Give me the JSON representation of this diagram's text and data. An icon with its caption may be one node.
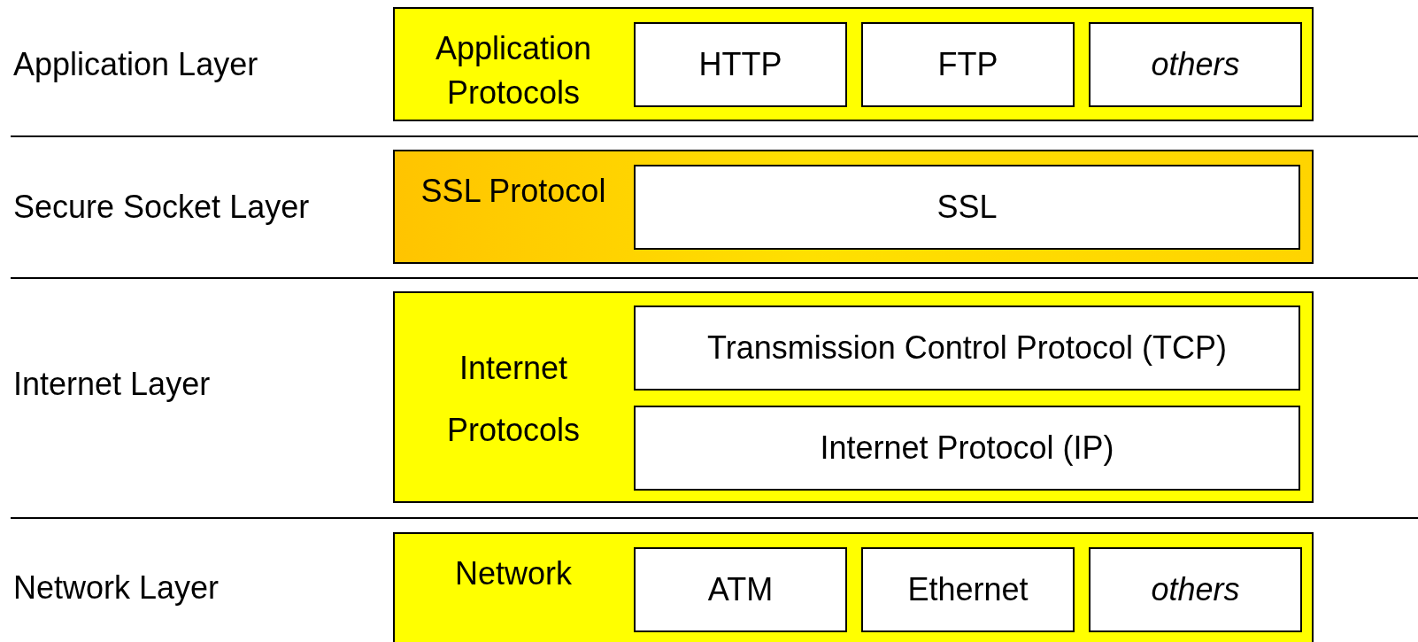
{
  "diagram": {
    "nodes": [
      {
        "text": [
          "Application Protocols"
        ]
      },
      {
        "text": [
          "HTTP"
        ],
        "in": 0
      },
      {
        "text": [
          "FTP"
        ],
        "in": 0
      },
      {
        "text": [
          "others"
        ],
        "in": 0
      },
      {
        "text": [
          "SSL Protocol"
        ]
      },
      {
        "text": [
          "SSL"
        ],
        "in": 4
      },
      {
        "text": [
          "Internet Protocols"
        ]
      },
      {
        "text": [
          "Transmission Control Protocol (TCP)"
        ],
        "in": 6
      },
      {
        "text": [
          "Internet Protocol (IP)"
        ],
        "in": 6
      },
      {
        "text": [
          "Network"
        ]
      },
      {
        "text": [
          "ATM"
        ],
        "in": 9
      },
      {
        "text": [
          "Ethernet"
        ],
        "in": 9
      },
      {
        "text": [
          "others"
        ],
        "in": 9
      }
    ],
    "edges": [],
    "labels": [
      "Application Layer",
      "Secure Socket Layer",
      "Internet Layer",
      "Network Layer"
    ]
  }
}
